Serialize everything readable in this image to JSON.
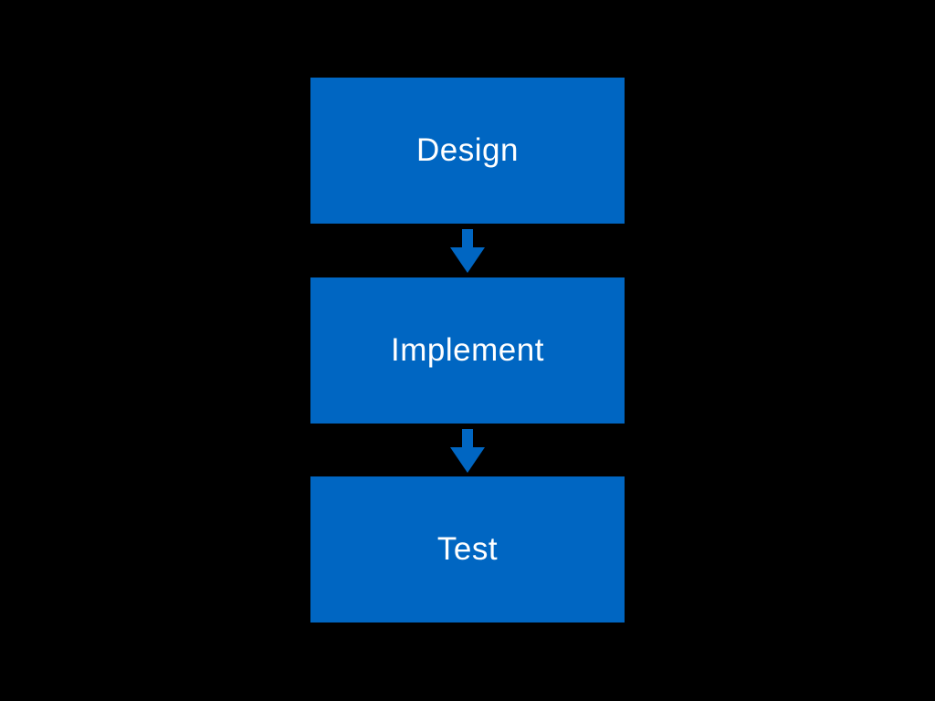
{
  "diagram": {
    "background_color": "#000000",
    "box_color": "#0066c2",
    "text_color": "#ffffff",
    "steps": [
      {
        "label": "Design"
      },
      {
        "label": "Implement"
      },
      {
        "label": "Test"
      }
    ],
    "connectors": [
      {
        "from": "Design",
        "to": "Implement",
        "icon": "arrow-down-icon"
      },
      {
        "from": "Implement",
        "to": "Test",
        "icon": "arrow-down-icon"
      }
    ]
  }
}
